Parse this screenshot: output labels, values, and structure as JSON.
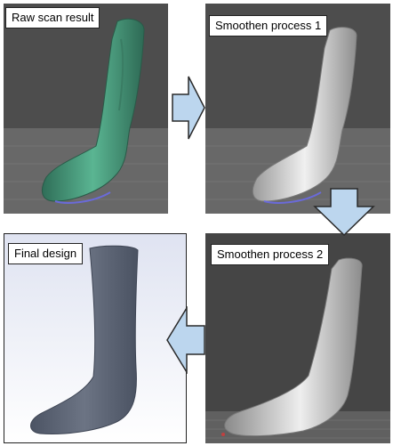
{
  "panels": [
    {
      "label": "Raw scan result",
      "render": "raw-scan"
    },
    {
      "label": "Smoothen process 1",
      "render": "smoothen-1"
    },
    {
      "label": "Smoothen process 2",
      "render": "smoothen-2"
    },
    {
      "label": "Final design",
      "render": "final-design"
    }
  ],
  "colors": {
    "viewport_bg": "#4e4e4e",
    "floor": "#6a6a6a",
    "scan_green": "#4fa184",
    "smooth_white": "#e4e4e4",
    "final_blue_gray": "#5e6676",
    "arrow_fill": "#bcd6ee",
    "arrow_stroke": "#2a2a2a"
  },
  "arrows": [
    "right-arrow",
    "down-arrow",
    "left-arrow"
  ]
}
